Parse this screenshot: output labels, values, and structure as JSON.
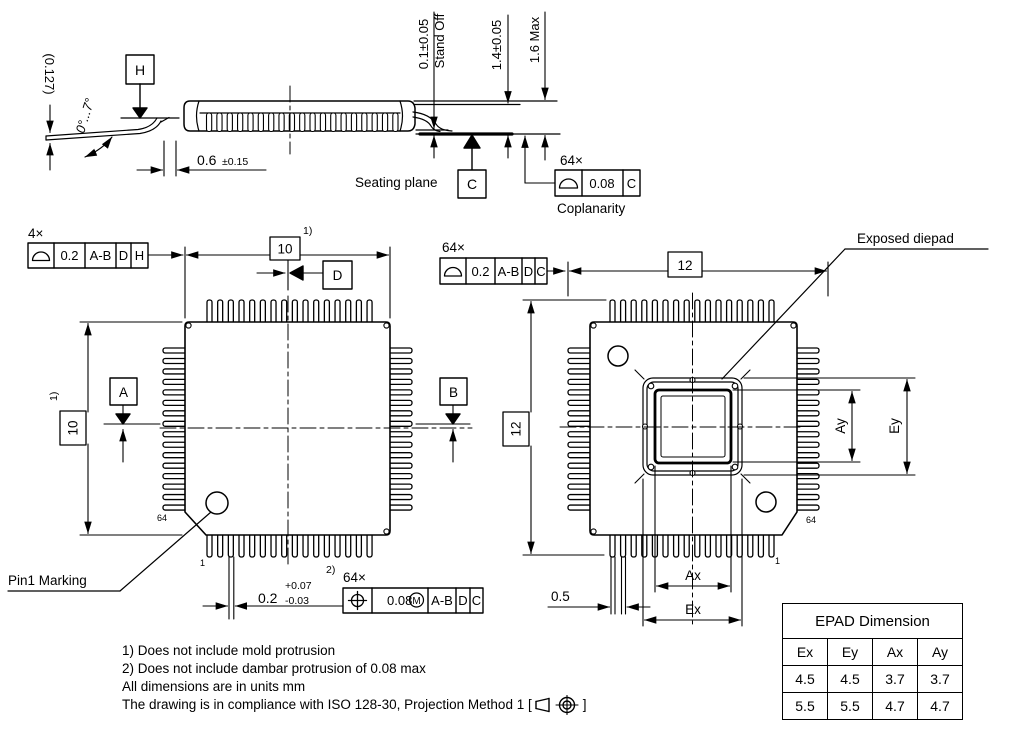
{
  "colors": {
    "ink": "#000000",
    "paper": "#ffffff"
  },
  "side_view": {
    "ref_thickness": "(0.127)",
    "angle": "0°...7°",
    "datum_h": "H",
    "foot_val": "0.6",
    "foot_tol": "±0.15",
    "standoff": "0.1±0.05",
    "standoff_label": "Stand Off",
    "body_height": "1.4±0.05",
    "max_height": "1.6 Max",
    "seating_plane_label": "Seating plane",
    "datum_c": "C",
    "coplanarity_qty": "64×",
    "coplanarity_tol": "0.08",
    "coplanarity_datum": "C",
    "coplanarity_label": "Coplanarity"
  },
  "top_view": {
    "corner_qty": "4×",
    "corner_tol": "0.2",
    "corner_datums": {
      "ab": "A-B",
      "d": "D",
      "h": "H"
    },
    "width": "10",
    "width_note": "1)",
    "height": "10",
    "height_note": "1)",
    "datum_a": "A",
    "datum_b": "B",
    "datum_d": "D",
    "pin64": "64",
    "pin1": "1",
    "pin1_marking": "Pin1 Marking",
    "lead_note": "2)",
    "lead_width": "0.2",
    "lead_tol_plus": "+0.07",
    "lead_tol_minus": "-0.03",
    "pos_qty": "64×",
    "pos_tol": "0.08",
    "pos_mod": "M",
    "pos_datums": {
      "ab": "A-B",
      "d": "D",
      "c": "C"
    }
  },
  "bottom_view": {
    "profile_qty": "64×",
    "profile_tol": "0.2",
    "profile_datums": {
      "ab": "A-B",
      "d": "D",
      "c": "C"
    },
    "width": "12",
    "height": "12",
    "diepad_label": "Exposed diepad",
    "ay": "Ay",
    "ey": "Ey",
    "ax": "Ax",
    "ex": "Ex",
    "pitch": "0.5",
    "pin64": "64",
    "pin1": "1"
  },
  "epad_table": {
    "title": "EPAD Dimension",
    "headers": [
      "Ex",
      "Ey",
      "Ax",
      "Ay"
    ],
    "rows": [
      [
        "4.5",
        "4.5",
        "3.7",
        "3.7"
      ],
      [
        "5.5",
        "5.5",
        "4.7",
        "4.7"
      ]
    ]
  },
  "notes": {
    "line1": "1) Does not include mold protrusion",
    "line2": "2) Does not include dambar protrusion of 0.08 max",
    "line3": "All dimensions are in units mm",
    "line4_prefix": "The drawing is in compliance with ISO 128-30, Projection Method 1 [",
    "line4_suffix": "]"
  }
}
